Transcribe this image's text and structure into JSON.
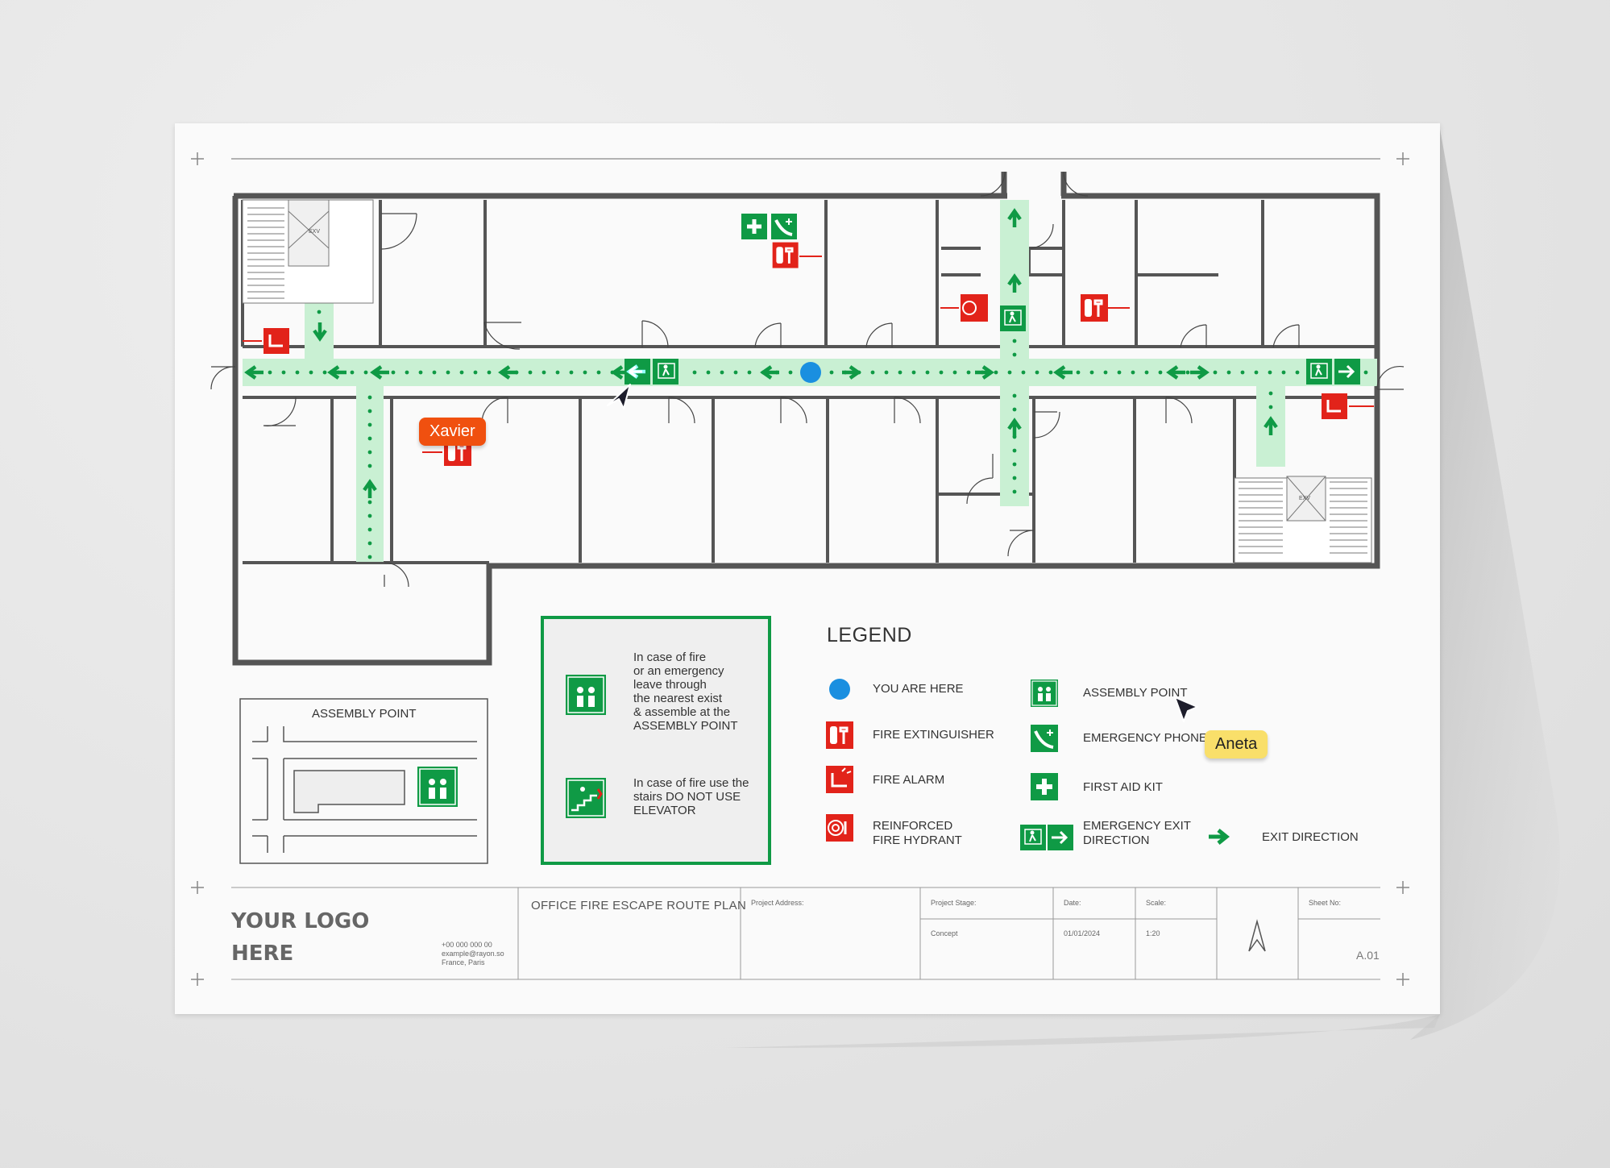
{
  "legend": {
    "title": "LEGEND",
    "items": [
      {
        "label": "YOU ARE HERE",
        "icon": "you-are-here-dot"
      },
      {
        "label": "FIRE EXTINGUISHER",
        "icon": "fire-extinguisher-icon"
      },
      {
        "label": "FIRE ALARM",
        "icon": "fire-alarm-icon"
      },
      {
        "label": "REINFORCED FIRE HYDRANT",
        "line1": "REINFORCED",
        "line2": "FIRE HYDRANT",
        "icon": "fire-hydrant-icon"
      },
      {
        "label": "ASSEMBLY POINT",
        "icon": "assembly-point-icon"
      },
      {
        "label": "EMERGENCY PHONE",
        "icon": "emergency-phone-icon"
      },
      {
        "label": "FIRST AID KIT",
        "icon": "first-aid-icon"
      },
      {
        "label": "EMERGENCY EXIT DIRECTION",
        "line1": "EMERGENCY EXIT",
        "line2": "DIRECTION",
        "icon": "emergency-exit-icon"
      },
      {
        "label": "EXIT DIRECTION",
        "icon": "exit-arrow-icon"
      }
    ]
  },
  "notes": {
    "note1": [
      "In case of fire",
      "or an emergency",
      "leave through",
      "the nearest exist",
      "& assemble at the",
      "ASSEMBLY POINT"
    ],
    "note2": [
      "In case of fire use the",
      "stairs DO NOT USE",
      "ELEVATOR"
    ]
  },
  "assembly_map": {
    "title": "ASSEMBLY POINT"
  },
  "plan": {
    "elevator_label": "EXV"
  },
  "title_block": {
    "logo_line1": "YOUR LOGO",
    "logo_line2": "HERE",
    "contact": [
      "+00 000 000 00",
      "example@rayon.so",
      "France, Paris"
    ],
    "title": "OFFICE FIRE ESCAPE ROUTE PLAN",
    "project_address_label": "Project Address:",
    "project_stage_label": "Project Stage:",
    "project_stage_value": "Concept",
    "date_label": "Date:",
    "date_value": "01/01/2024",
    "scale_label": "Scale:",
    "scale_value": "1:20",
    "sheet_no_label": "Sheet No:",
    "sheet_no_value": "A.01"
  },
  "cursors": [
    {
      "name": "Xavier",
      "color": "#f0500f"
    },
    {
      "name": "Aneta",
      "color": "#f9df6a"
    }
  ],
  "colors": {
    "safety_green": "#0f9a45",
    "route_green": "#c9f0d3",
    "fire_red": "#e2231a",
    "you_are_here": "#1a8fe0",
    "wall": "#555555"
  }
}
